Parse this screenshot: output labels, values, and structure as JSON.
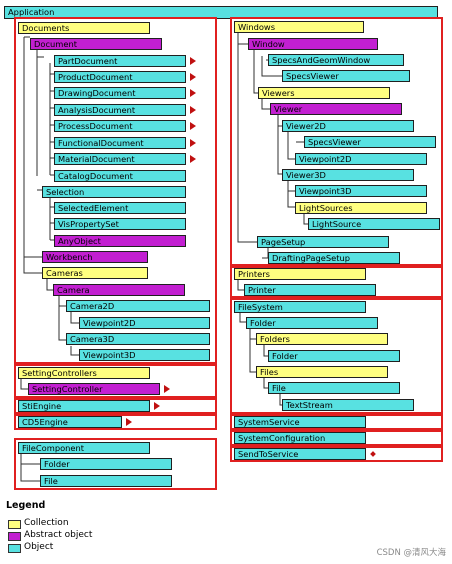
{
  "nodes": {
    "application": "Application",
    "documents": "Documents",
    "document": "Document",
    "part_document": "PartDocument",
    "product_document": "ProductDocument",
    "drawing_document": "DrawingDocument",
    "analysis_document": "AnalysisDocument",
    "process_document": "ProcessDocument",
    "functional_document": "FunctionalDocument",
    "material_document": "MaterialDocument",
    "catalog_document": "CatalogDocument",
    "selection": "Selection",
    "selected_element": "SelectedElement",
    "vis_property_set": "VisPropertySet",
    "any_object": "AnyObject",
    "workbench": "Workbench",
    "cameras": "Cameras",
    "camera": "Camera",
    "camera2d": "Camera2D",
    "viewpoint2d_left": "Viewpoint2D",
    "camera3d": "Camera3D",
    "viewpoint3d_left": "Viewpoint3D",
    "setting_controllers": "SettingControllers",
    "setting_controller": "SettingController",
    "stl_engine": "StiEngine",
    "cd5_engine": "CD5Engine",
    "file_component": "FileComponent",
    "folder_left": "Folder",
    "file_left": "File",
    "windows": "Windows",
    "window": "Window",
    "specs_and_geom_window": "SpecsAndGeomWindow",
    "specs_viewer_a": "SpecsViewer",
    "viewers": "Viewers",
    "viewer": "Viewer",
    "viewer2d": "Viewer2D",
    "specs_viewer_b": "SpecsViewer",
    "viewpoint2d_right": "Viewpoint2D",
    "viewer3d": "Viewer3D",
    "viewpoint3d_right": "Viewpoint3D",
    "light_sources": "LightSources",
    "light_source": "LightSource",
    "page_setup": "PageSetup",
    "drafting_page_setup": "DraftingPageSetup",
    "printers": "Printers",
    "printer": "Printer",
    "file_system": "FileSystem",
    "folder_right": "Folder",
    "folders": "Folders",
    "folder_sub": "Folder",
    "files": "Files",
    "file_right": "File",
    "text_stream": "TextStream",
    "system_service": "SystemService",
    "system_configuration": "SystemConfiguration",
    "send_to_service": "SendToService"
  },
  "legend": {
    "title": "Legend",
    "collection": "Collection",
    "abstract_object": "Abstract object",
    "object": "Object"
  },
  "colors": {
    "collection": "#ffff80",
    "abstract": "#c21fd1",
    "object": "#58e1e1",
    "frame": "#e02020"
  },
  "watermark": "CSDN @清风大海"
}
